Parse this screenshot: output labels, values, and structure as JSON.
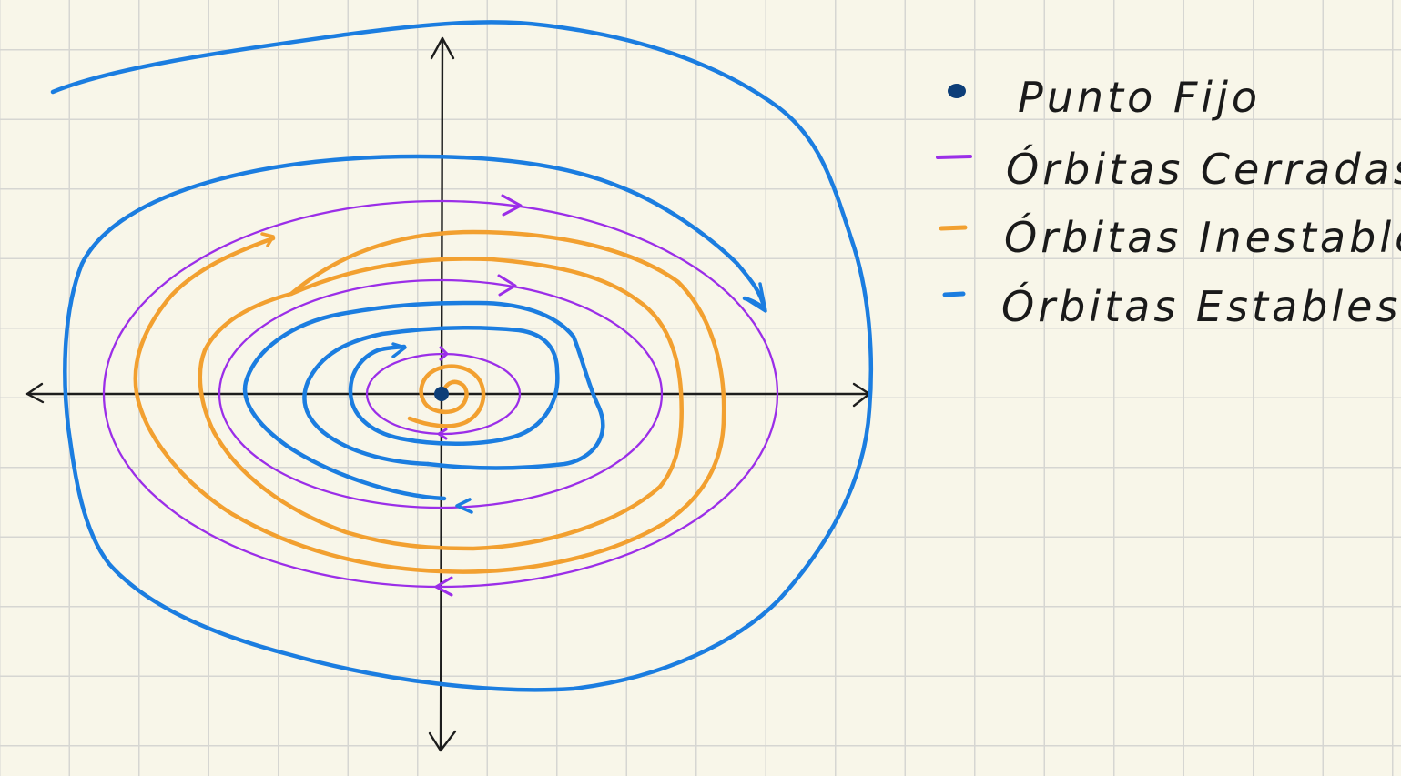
{
  "colors": {
    "background": "#f8f6e9",
    "grid": "#d6d6d2",
    "axis": "#1d1d1d",
    "fixed_point": "#0d3e78",
    "closed_orbit": "#9b2ee8",
    "unstable_orbit": "#f2a030",
    "stable_orbit": "#1b7de0"
  },
  "legend": {
    "fixed_point": {
      "label": "Punto Fijo",
      "marker": "dot",
      "color": "#0d3e78"
    },
    "closed": {
      "label": "Órbitas Cerradas",
      "marker": "dash",
      "color": "#9b2ee8"
    },
    "unstable": {
      "label": "Órbitas Inestables",
      "marker": "dash",
      "color": "#f2a030"
    },
    "stable": {
      "label": "Órbitas Estables",
      "marker": "dash",
      "color": "#1b7de0"
    }
  }
}
